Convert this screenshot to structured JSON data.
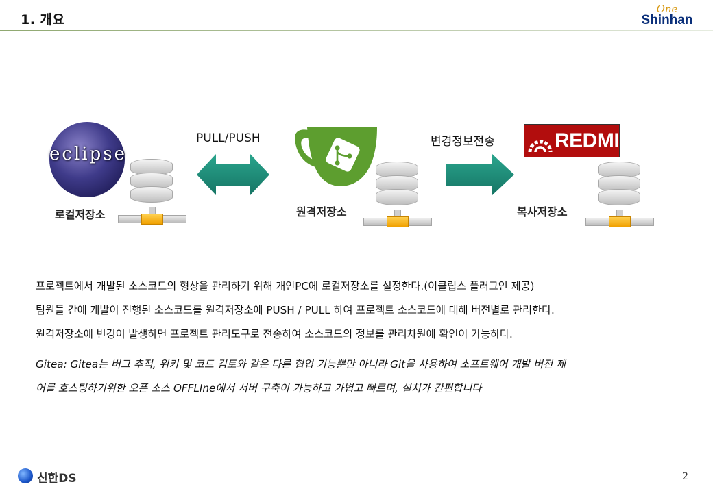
{
  "header": {
    "title": "1. 개요",
    "brand_top": "One",
    "brand_bottom": "Shinhan"
  },
  "diagram": {
    "eclipse_logo_text": "eclipse",
    "local_repo_label": "로컬저장소",
    "pull_push_label": "PULL/PUSH",
    "remote_repo_label": "원격저장소",
    "change_send_label": "변경정보전송",
    "redmine_logo_text": "REDMINE",
    "copy_repo_label": "복사저장소",
    "colors": {
      "arrow": "#1f8f7a",
      "gitea_green": "#5d9e2f",
      "redmine_red": "#b20d0d",
      "db_plug": "#f0a000"
    }
  },
  "body": {
    "line1": "프로젝트에서 개발된 소스코드의 형상을 관리하기 위해 개인PC에 로컬저장소를 설정한다.(이클립스 플러그인 제공)",
    "line2": "팀원들 간에 개발이 진행된 소스코드를  원격저장소에 PUSH / PULL 하여 프로젝트 소스코드에 대해 버전별로 관리한다.",
    "line3": "원격저장소에 변경이 발생하면 프로젝트 관리도구로 전송하여 소스코드의 정보를 관리차원에 확인이 가능하다.",
    "gitea_line1": "Gitea: Gitea는 버그 추적, 위키 및 코드 검토와 같은 다른 협업 기능뿐만 아니라 Git을 사용하여 소프트웨어 개발 버전 제",
    "gitea_line2": "어를 호스팅하기위한 오픈 소스 OFFLIne에서 서버 구축이 가능하고 가볍고 빠르며, 설치가 간편합니다"
  },
  "footer": {
    "brand": "신한DS",
    "page_number": "2"
  }
}
